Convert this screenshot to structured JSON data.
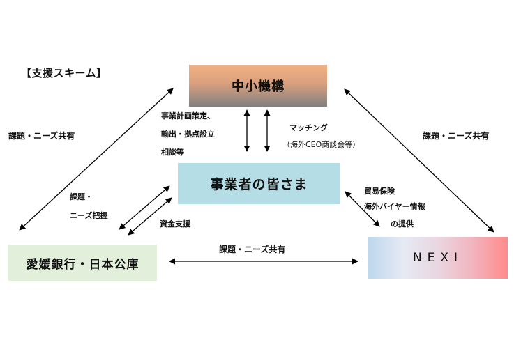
{
  "title": "【支援スキーム】",
  "nodes": {
    "chusho": {
      "label": "中小機構"
    },
    "jigyosha": {
      "label": "事業者の皆さま"
    },
    "bank": {
      "label": "愛媛銀行・日本公庫"
    },
    "nexi": {
      "label": "NEXI"
    }
  },
  "edges": {
    "bank_chusho": {
      "label": "課題・ニーズ共有"
    },
    "chusho_nexi": {
      "label": "課題・ニーズ共有"
    },
    "bank_nexi": {
      "label": "課題・ニーズ共有"
    },
    "chusho_jigyosha_support": {
      "lines": [
        "事業計画策定、",
        "輸出・拠点設立",
        "相談等"
      ]
    },
    "chusho_jigyosha_matching": {
      "lines": [
        "マッチング",
        "（海外CEO商談会等）"
      ]
    },
    "bank_jigyosha_grasp": {
      "lines": [
        "課題・",
        "ニーズ把握"
      ]
    },
    "bank_jigyosha_funding": {
      "label": "資金支援"
    },
    "nexi_jigyosha": {
      "lines": [
        "貿易保険",
        "海外バイヤー情報",
        "の提供"
      ]
    }
  },
  "colors": {
    "chusho_top": "#F4B183",
    "chusho_bottom": "#808080",
    "jigyosha": "#B5DDE5",
    "bank": "#E2EFDA",
    "nexi_left": "#BDD7EE",
    "nexi_right": "#FF8A8A",
    "arrow": "#000000"
  }
}
